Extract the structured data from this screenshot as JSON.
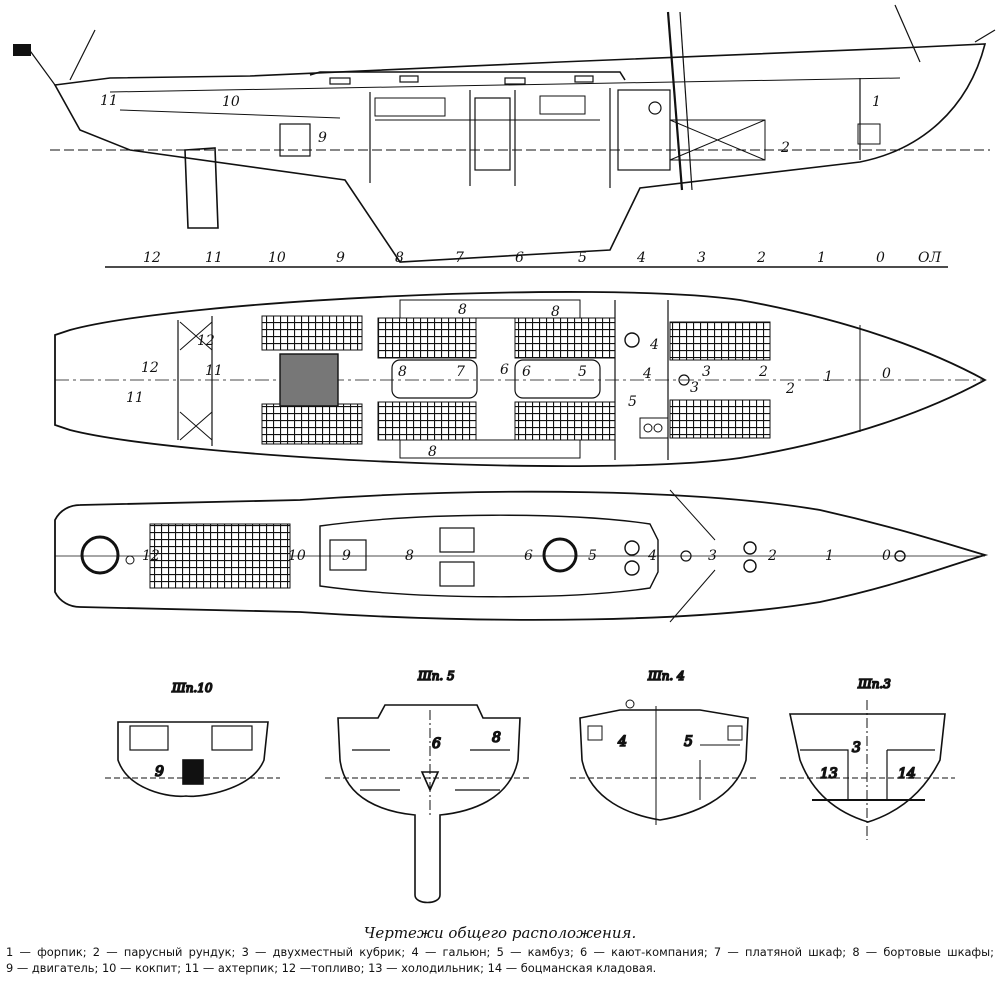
{
  "title": "Чертежи общего расположения.",
  "stations": [
    "12",
    "11",
    "10",
    "9",
    "8",
    "7",
    "6",
    "5",
    "4",
    "3",
    "2",
    "1",
    "0",
    "ОЛ"
  ],
  "profile_labels": [
    "11",
    "10",
    "9",
    "1",
    "2"
  ],
  "plan_labels": [
    "12",
    "12",
    "11",
    "11",
    "8",
    "7",
    "6",
    "6",
    "5",
    "4",
    "4",
    "3",
    "3",
    "2",
    "2",
    "1",
    "0",
    "5",
    "8",
    "8",
    "8"
  ],
  "deck_labels": [
    "12",
    "10",
    "9",
    "8",
    "6",
    "5",
    "4",
    "3",
    "2",
    "1",
    "0"
  ],
  "sections": [
    {
      "title": "Шп.10",
      "labels": [
        "9"
      ]
    },
    {
      "title": "Шп. 5",
      "labels": [
        "6",
        "8"
      ]
    },
    {
      "title": "Шп. 4",
      "labels": [
        "4",
        "5"
      ]
    },
    {
      "title": "Шп.3",
      "labels": [
        "3",
        "13",
        "14"
      ]
    }
  ],
  "legend": [
    "1 — форпик;",
    "2 — парусный рундук;",
    "3 — двухместный кубрик;",
    "4 — гальюн;",
    "5 — камбуз;",
    "6 — кают-компания;",
    "7 — платяной шкаф;",
    "8 — бортовые шкафы;",
    "9 — двигатель;",
    "10 — кокпит;",
    "11 — ахтерпик;",
    "12 —топливо;",
    "13 — холодильник;",
    "14 — боцманская кладовая."
  ]
}
